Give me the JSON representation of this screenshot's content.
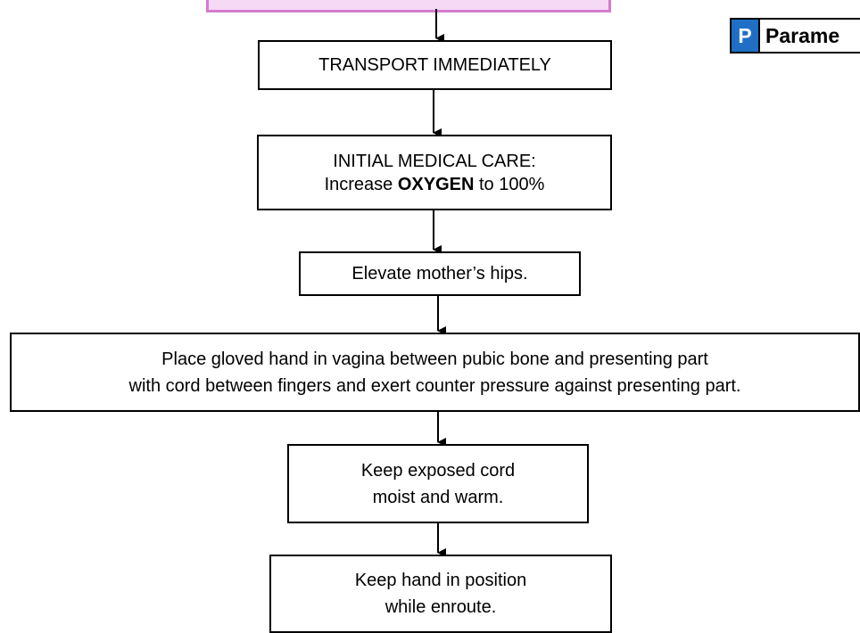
{
  "badge": {
    "letter": "P",
    "text": "Parame"
  },
  "steps": {
    "transport": "TRANSPORT IMMEDIATELY",
    "initial_care_line1": "INITIAL MEDICAL CARE:",
    "initial_care_prefix": "Increase ",
    "initial_care_drug": "OXYGEN",
    "initial_care_suffix": " to 100%",
    "elevate": "Elevate mother’s hips.",
    "place_hand_line1": "Place gloved hand in vagina between pubic bone and presenting part",
    "place_hand_line2": "with cord between fingers and exert counter pressure against presenting part.",
    "keep_cord_line1": "Keep exposed cord",
    "keep_cord_line2": "moist and warm.",
    "keep_hand_line1": "Keep hand in position",
    "keep_hand_line2": "while enroute."
  },
  "colors": {
    "top_box_border": "#d67bd0",
    "top_box_fill": "#f6d9f5",
    "badge_blue": "#1f6fc5"
  }
}
